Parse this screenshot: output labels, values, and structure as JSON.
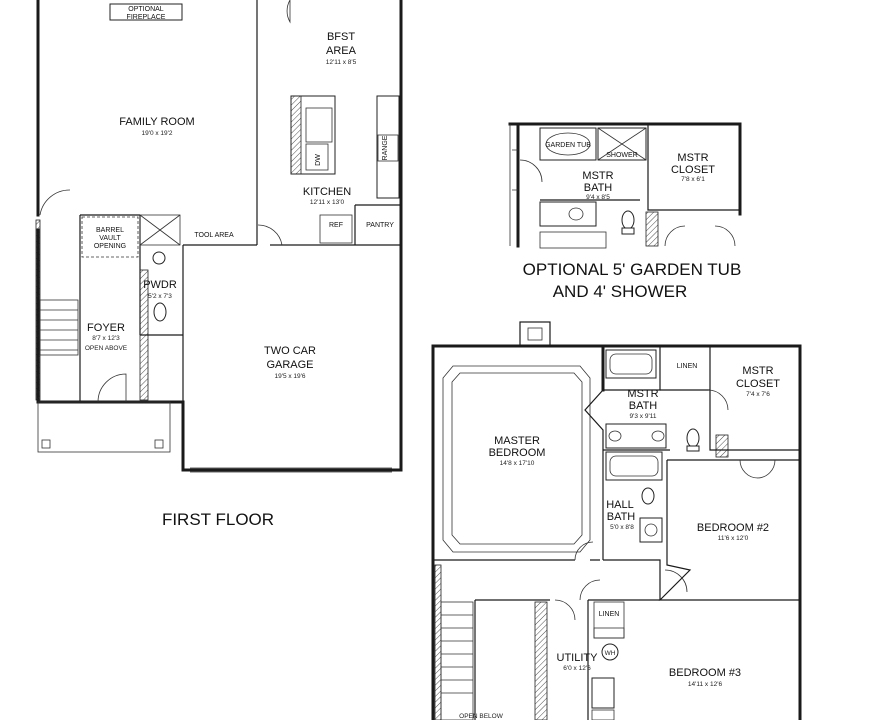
{
  "titles": {
    "first_floor": "FIRST FLOOR",
    "optional_line1": "OPTIONAL 5' GARDEN TUB",
    "optional_line2": "AND 4' SHOWER"
  },
  "first_floor": {
    "optional_fireplace_1": "OPTIONAL",
    "optional_fireplace_2": "FIREPLACE",
    "bfst_1": "BFST",
    "bfst_2": "AREA",
    "bfst_dim": "12'11 x 8'5",
    "family_room": "FAMILY ROOM",
    "family_room_dim": "19'0 x 19'2",
    "kitchen": "KITCHEN",
    "kitchen_dim": "12'11 x 13'0",
    "dw": "DW",
    "range": "RANGE",
    "ref": "REF",
    "pantry": "PANTRY",
    "barrel_1": "BARREL",
    "barrel_2": "VAULT",
    "barrel_3": "OPENING",
    "tool_area": "TOOL AREA",
    "pwdr": "PWDR",
    "pwdr_dim": "5'2 x 7'3",
    "foyer": "FOYER",
    "foyer_dim": "8'7 x 12'3",
    "open_above": "OPEN ABOVE",
    "garage_1": "TWO CAR",
    "garage_2": "GARAGE",
    "garage_dim": "19'5 x 19'6"
  },
  "optional_bath": {
    "garden_tub": "GARDEN TUB",
    "shower": "SHOWER",
    "mstr_bath_1": "MSTR",
    "mstr_bath_2": "BATH",
    "mstr_bath_dim": "9'4 x 8'5",
    "mstr_closet_1": "MSTR",
    "mstr_closet_2": "CLOSET",
    "mstr_closet_dim": "7'8 x 6'1"
  },
  "second_floor": {
    "master_1": "MASTER",
    "master_2": "BEDROOM",
    "master_dim": "14'8 x 17'10",
    "linen_top": "LINEN",
    "mstr_bath_1": "MSTR",
    "mstr_bath_2": "BATH",
    "mstr_bath_dim": "9'3 x 9'11",
    "mstr_closet_1": "MSTR",
    "mstr_closet_2": "CLOSET",
    "mstr_closet_dim": "7'4 x 7'6",
    "hall_bath_1": "HALL",
    "hall_bath_2": "BATH",
    "hall_bath_dim": "5'0 x 8'8",
    "bedroom2": "BEDROOM #2",
    "bedroom2_dim": "11'6 x 12'0",
    "linen_bottom": "LINEN",
    "utility": "UTILITY",
    "utility_dim": "6'0 x 12'6",
    "wh": "WH",
    "bedroom3": "BEDROOM #3",
    "bedroom3_dim": "14'11 x 12'6",
    "open_below": "OPEN BELOW"
  }
}
